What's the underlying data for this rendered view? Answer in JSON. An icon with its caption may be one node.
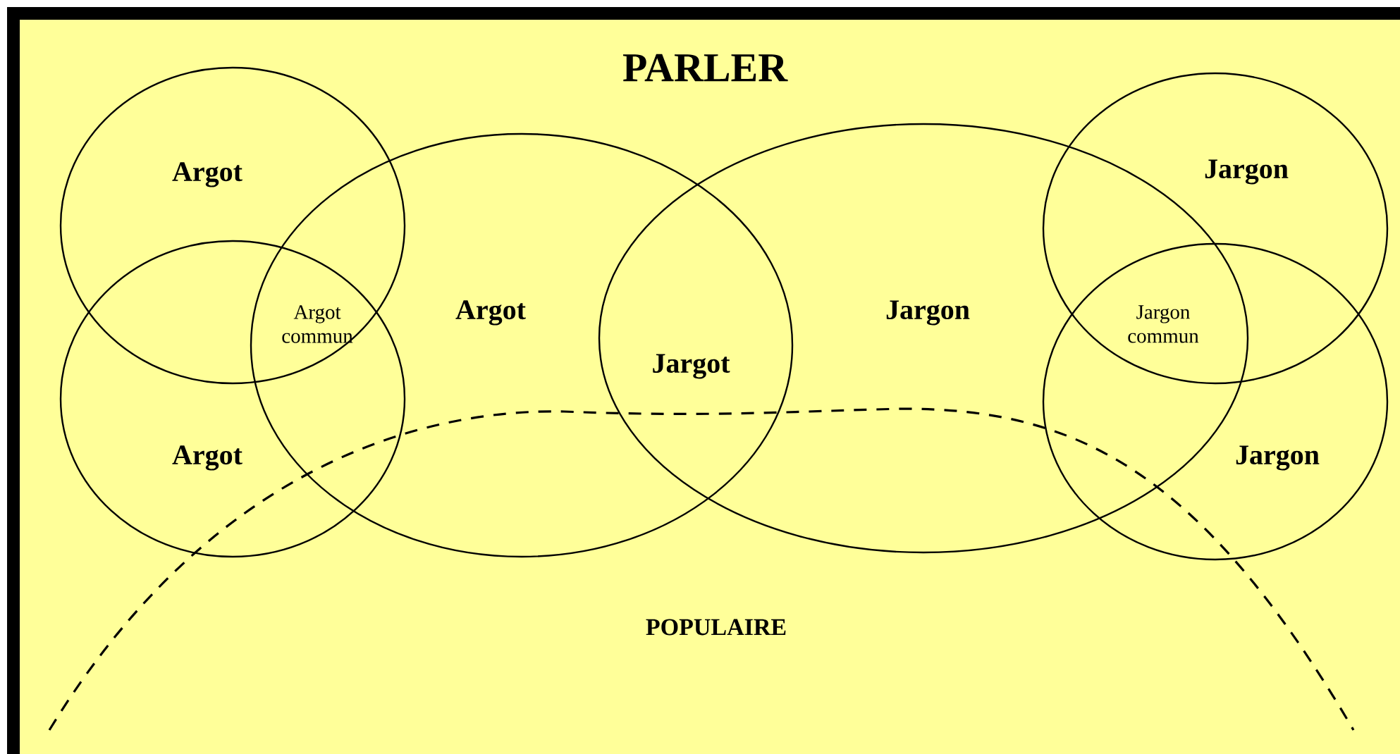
{
  "diagram": {
    "nodes": [
      {
        "text": [
          "PARLER"
        ]
      },
      {
        "text": [
          "Argot"
        ],
        "in": 0
      },
      {
        "text": [
          "Argot"
        ],
        "in": 0
      },
      {
        "text": [
          "Argot"
        ],
        "in": 0
      },
      {
        "text": [
          "Jargon"
        ],
        "in": 0
      },
      {
        "text": [
          "Jargon"
        ],
        "in": 0
      },
      {
        "text": [
          "Jargon"
        ],
        "in": 0
      }
    ],
    "labels": [
      "Argot commun",
      "Jargot",
      "Jargon commun",
      "POPULAIRE"
    ]
  }
}
